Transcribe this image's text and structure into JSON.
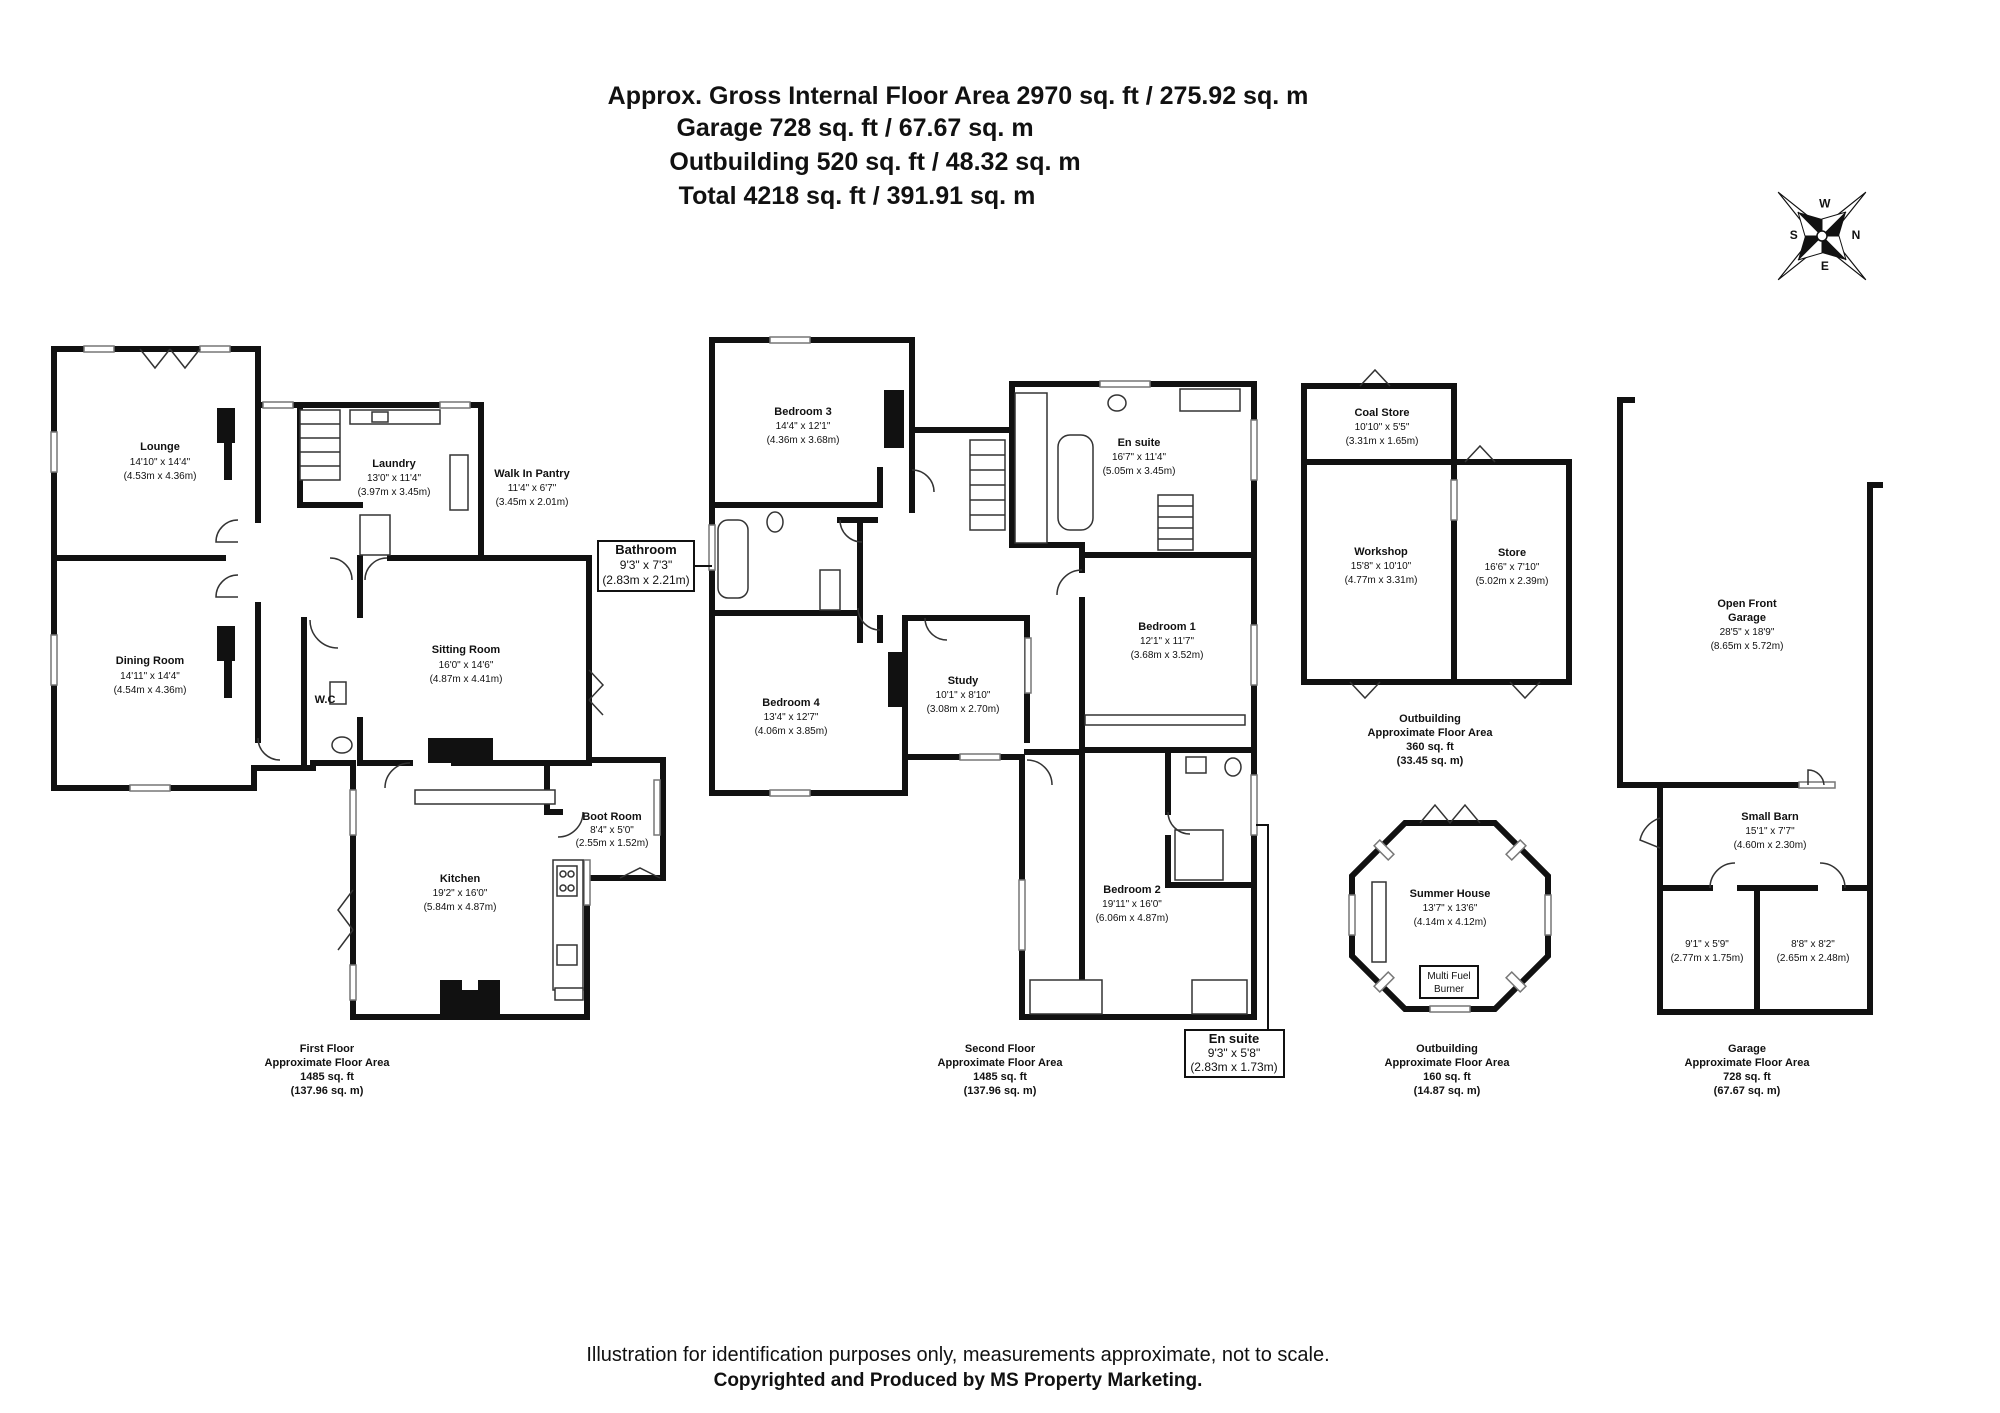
{
  "header": {
    "line1": "Approx. Gross Internal Floor Area 2970 sq. ft / 275.92 sq. m",
    "line2": "Garage 728 sq. ft / 67.67 sq. m",
    "line3": "Outbuilding 520 sq. ft / 48.32 sq. m",
    "line4": "Total 4218 sq. ft / 391.91 sq. m"
  },
  "compass": {
    "n": "N",
    "s": "S",
    "e": "E",
    "w": "W"
  },
  "rooms": {
    "lounge": {
      "name": "Lounge",
      "dim1": "14'10\" x 14'4\"",
      "dim2": "(4.53m x 4.36m)"
    },
    "dining": {
      "name": "Dining Room",
      "dim1": "14'11\" x 14'4\"",
      "dim2": "(4.54m x 4.36m)"
    },
    "laundry": {
      "name": "Laundry",
      "dim1": "13'0\" x 11'4\"",
      "dim2": "(3.97m x 3.45m)"
    },
    "pantry": {
      "name": "Walk In Pantry",
      "dim1": "11'4\" x 6'7\"",
      "dim2": "(3.45m x 2.01m)"
    },
    "sitting": {
      "name": "Sitting Room",
      "dim1": "16'0\" x 14'6\"",
      "dim2": "(4.87m x 4.41m)"
    },
    "wc": {
      "name": "W.C"
    },
    "boot": {
      "name": "Boot Room",
      "dim1": "8'4\" x 5'0\"",
      "dim2": "(2.55m x 1.52m)"
    },
    "kitchen": {
      "name": "Kitchen",
      "dim1": "19'2\" x 16'0\"",
      "dim2": "(5.84m x 4.87m)"
    },
    "bed3": {
      "name": "Bedroom 3",
      "dim1": "14'4\" x 12'1\"",
      "dim2": "(4.36m x 3.68m)"
    },
    "bed4": {
      "name": "Bedroom 4",
      "dim1": "13'4\" x 12'7\"",
      "dim2": "(4.06m x 3.85m)"
    },
    "bathroom": {
      "name": "Bathroom",
      "dim1": "9'3\" x 7'3\"",
      "dim2": "(2.83m x 2.21m)"
    },
    "study": {
      "name": "Study",
      "dim1": "10'1\" x 8'10\"",
      "dim2": "(3.08m x 2.70m)"
    },
    "ensuite1": {
      "name": "En suite",
      "dim1": "16'7\" x 11'4\"",
      "dim2": "(5.05m x 3.45m)"
    },
    "bed1": {
      "name": "Bedroom 1",
      "dim1": "12'1\" x 11'7\"",
      "dim2": "(3.68m x 3.52m)"
    },
    "bed2": {
      "name": "Bedroom 2",
      "dim1": "19'11\" x 16'0\"",
      "dim2": "(6.06m x 4.87m)"
    },
    "ensuite2": {
      "name": "En suite",
      "dim1": "9'3\" x 5'8\"",
      "dim2": "(2.83m x 1.73m)"
    },
    "coal": {
      "name": "Coal Store",
      "dim1": "10'10\" x 5'5\"",
      "dim2": "(3.31m x 1.65m)"
    },
    "workshop": {
      "name": "Workshop",
      "dim1": "15'8\" x 10'10\"",
      "dim2": "(4.77m x 3.31m)"
    },
    "store": {
      "name": "Store",
      "dim1": "16'6\" x 7'10\"",
      "dim2": "(5.02m x 2.39m)"
    },
    "summer": {
      "name": "Summer House",
      "dim1": "13'7\" x 13'6\"",
      "dim2": "(4.14m x 4.12m)"
    },
    "burner": {
      "line1": "Multi Fuel",
      "line2": "Burner"
    },
    "garage": {
      "name1": "Open Front",
      "name2": "Garage",
      "dim1": "28'5\" x 18'9\"",
      "dim2": "(8.65m x 5.72m)"
    },
    "barn": {
      "name": "Small Barn",
      "dim1": "15'1\" x 7'7\"",
      "dim2": "(4.60m x 2.30m)"
    },
    "bay1": {
      "dim1": "9'1\" x 5'9\"",
      "dim2": "(2.77m x 1.75m)"
    },
    "bay2": {
      "dim1": "8'8\" x 8'2\"",
      "dim2": "(2.65m x 2.48m)"
    }
  },
  "floor_labels": {
    "first": {
      "l1": "First Floor",
      "l2": "Approximate Floor Area",
      "l3": "1485 sq. ft",
      "l4": "(137.96 sq. m)"
    },
    "second": {
      "l1": "Second Floor",
      "l2": "Approximate Floor Area",
      "l3": "1485 sq. ft",
      "l4": "(137.96 sq. m)"
    },
    "outbuilding1": {
      "l1": "Outbuilding",
      "l2": "Approximate Floor Area",
      "l3": "360 sq. ft",
      "l4": "(33.45 sq. m)"
    },
    "outbuilding2": {
      "l1": "Outbuilding",
      "l2": "Approximate Floor Area",
      "l3": "160 sq. ft",
      "l4": "(14.87 sq. m)"
    },
    "garage": {
      "l1": "Garage",
      "l2": "Approximate Floor Area",
      "l3": "728 sq. ft",
      "l4": "(67.67 sq. m)"
    }
  },
  "footer": {
    "line1": "Illustration for identification purposes only, measurements approximate, not to scale.",
    "line2": "Copyrighted  and Produced by MS Property Marketing."
  }
}
